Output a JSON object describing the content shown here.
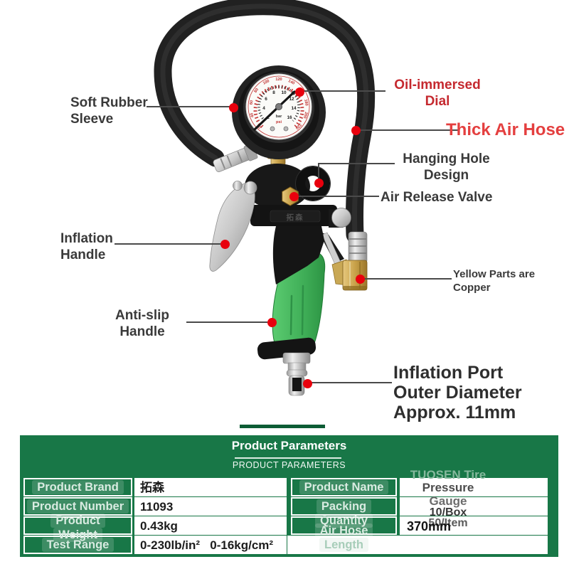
{
  "colors": {
    "accent_dot_red": "#e8000d",
    "callout_red": "#c5292f",
    "thick_hose_red": "#e43f3f",
    "panel_green": "#187747",
    "handle_green": "#3fae57",
    "hose_black": "#212121",
    "brass": "#c9a24a"
  },
  "callouts": {
    "soft_rubber_sleeve": {
      "lines": [
        "Soft Rubber",
        "Sleeve"
      ]
    },
    "oil_immersed_dial": {
      "lines": [
        "Oil-immersed",
        "Dial"
      ]
    },
    "thick_air_hose": {
      "lines": [
        "Thick Air Hose"
      ]
    },
    "hanging_hole_design": {
      "lines": [
        "Hanging Hole",
        "Design"
      ]
    },
    "air_release_valve": {
      "lines": [
        "Air Release Valve"
      ]
    },
    "inflation_handle": {
      "lines": [
        "Inflation",
        "Handle"
      ]
    },
    "anti_slip_handle": {
      "lines": [
        "Anti-slip",
        "Handle"
      ]
    },
    "yellow_parts_copper": {
      "lines": [
        "Yellow Parts are",
        "Copper"
      ]
    },
    "inflation_port": {
      "lines": [
        "Inflation Port",
        "Outer Diameter",
        "Approx. 11mm"
      ]
    }
  },
  "gauge": {
    "psi_scale": [
      "20",
      "40",
      "60",
      "80",
      "100",
      "120",
      "140",
      "160",
      "180",
      "200",
      "220"
    ],
    "bar_scale": [
      "2",
      "4",
      "6",
      "8",
      "10",
      "12",
      "14",
      "16"
    ],
    "unit_bar": "bar",
    "unit_psi": "psi"
  },
  "product": {
    "body_brand": "拓森"
  },
  "table": {
    "title": "Product Parameters",
    "subtitle": "PRODUCT PARAMETERS",
    "left": [
      {
        "label": [
          "Product Brand"
        ],
        "value": "拓森"
      },
      {
        "label": [
          "Product Number"
        ],
        "value": "11093"
      },
      {
        "label": [
          "Product",
          "Weight"
        ],
        "value": "0.43kg"
      },
      {
        "label": [
          "Test Range"
        ],
        "value": "0-230lb/in²   0-16kg/cm²"
      }
    ],
    "right": [
      {
        "label": [
          "Product Name"
        ],
        "value": [
          "TUOSEN Tire",
          "Pressure",
          "Gauge"
        ]
      },
      {
        "label": [
          "Packing",
          "Quantity"
        ],
        "value": [
          "10/Box",
          "50/Item"
        ]
      },
      {
        "label": [
          "Air Hose",
          "Length"
        ],
        "value": [
          "370mm"
        ]
      }
    ]
  }
}
